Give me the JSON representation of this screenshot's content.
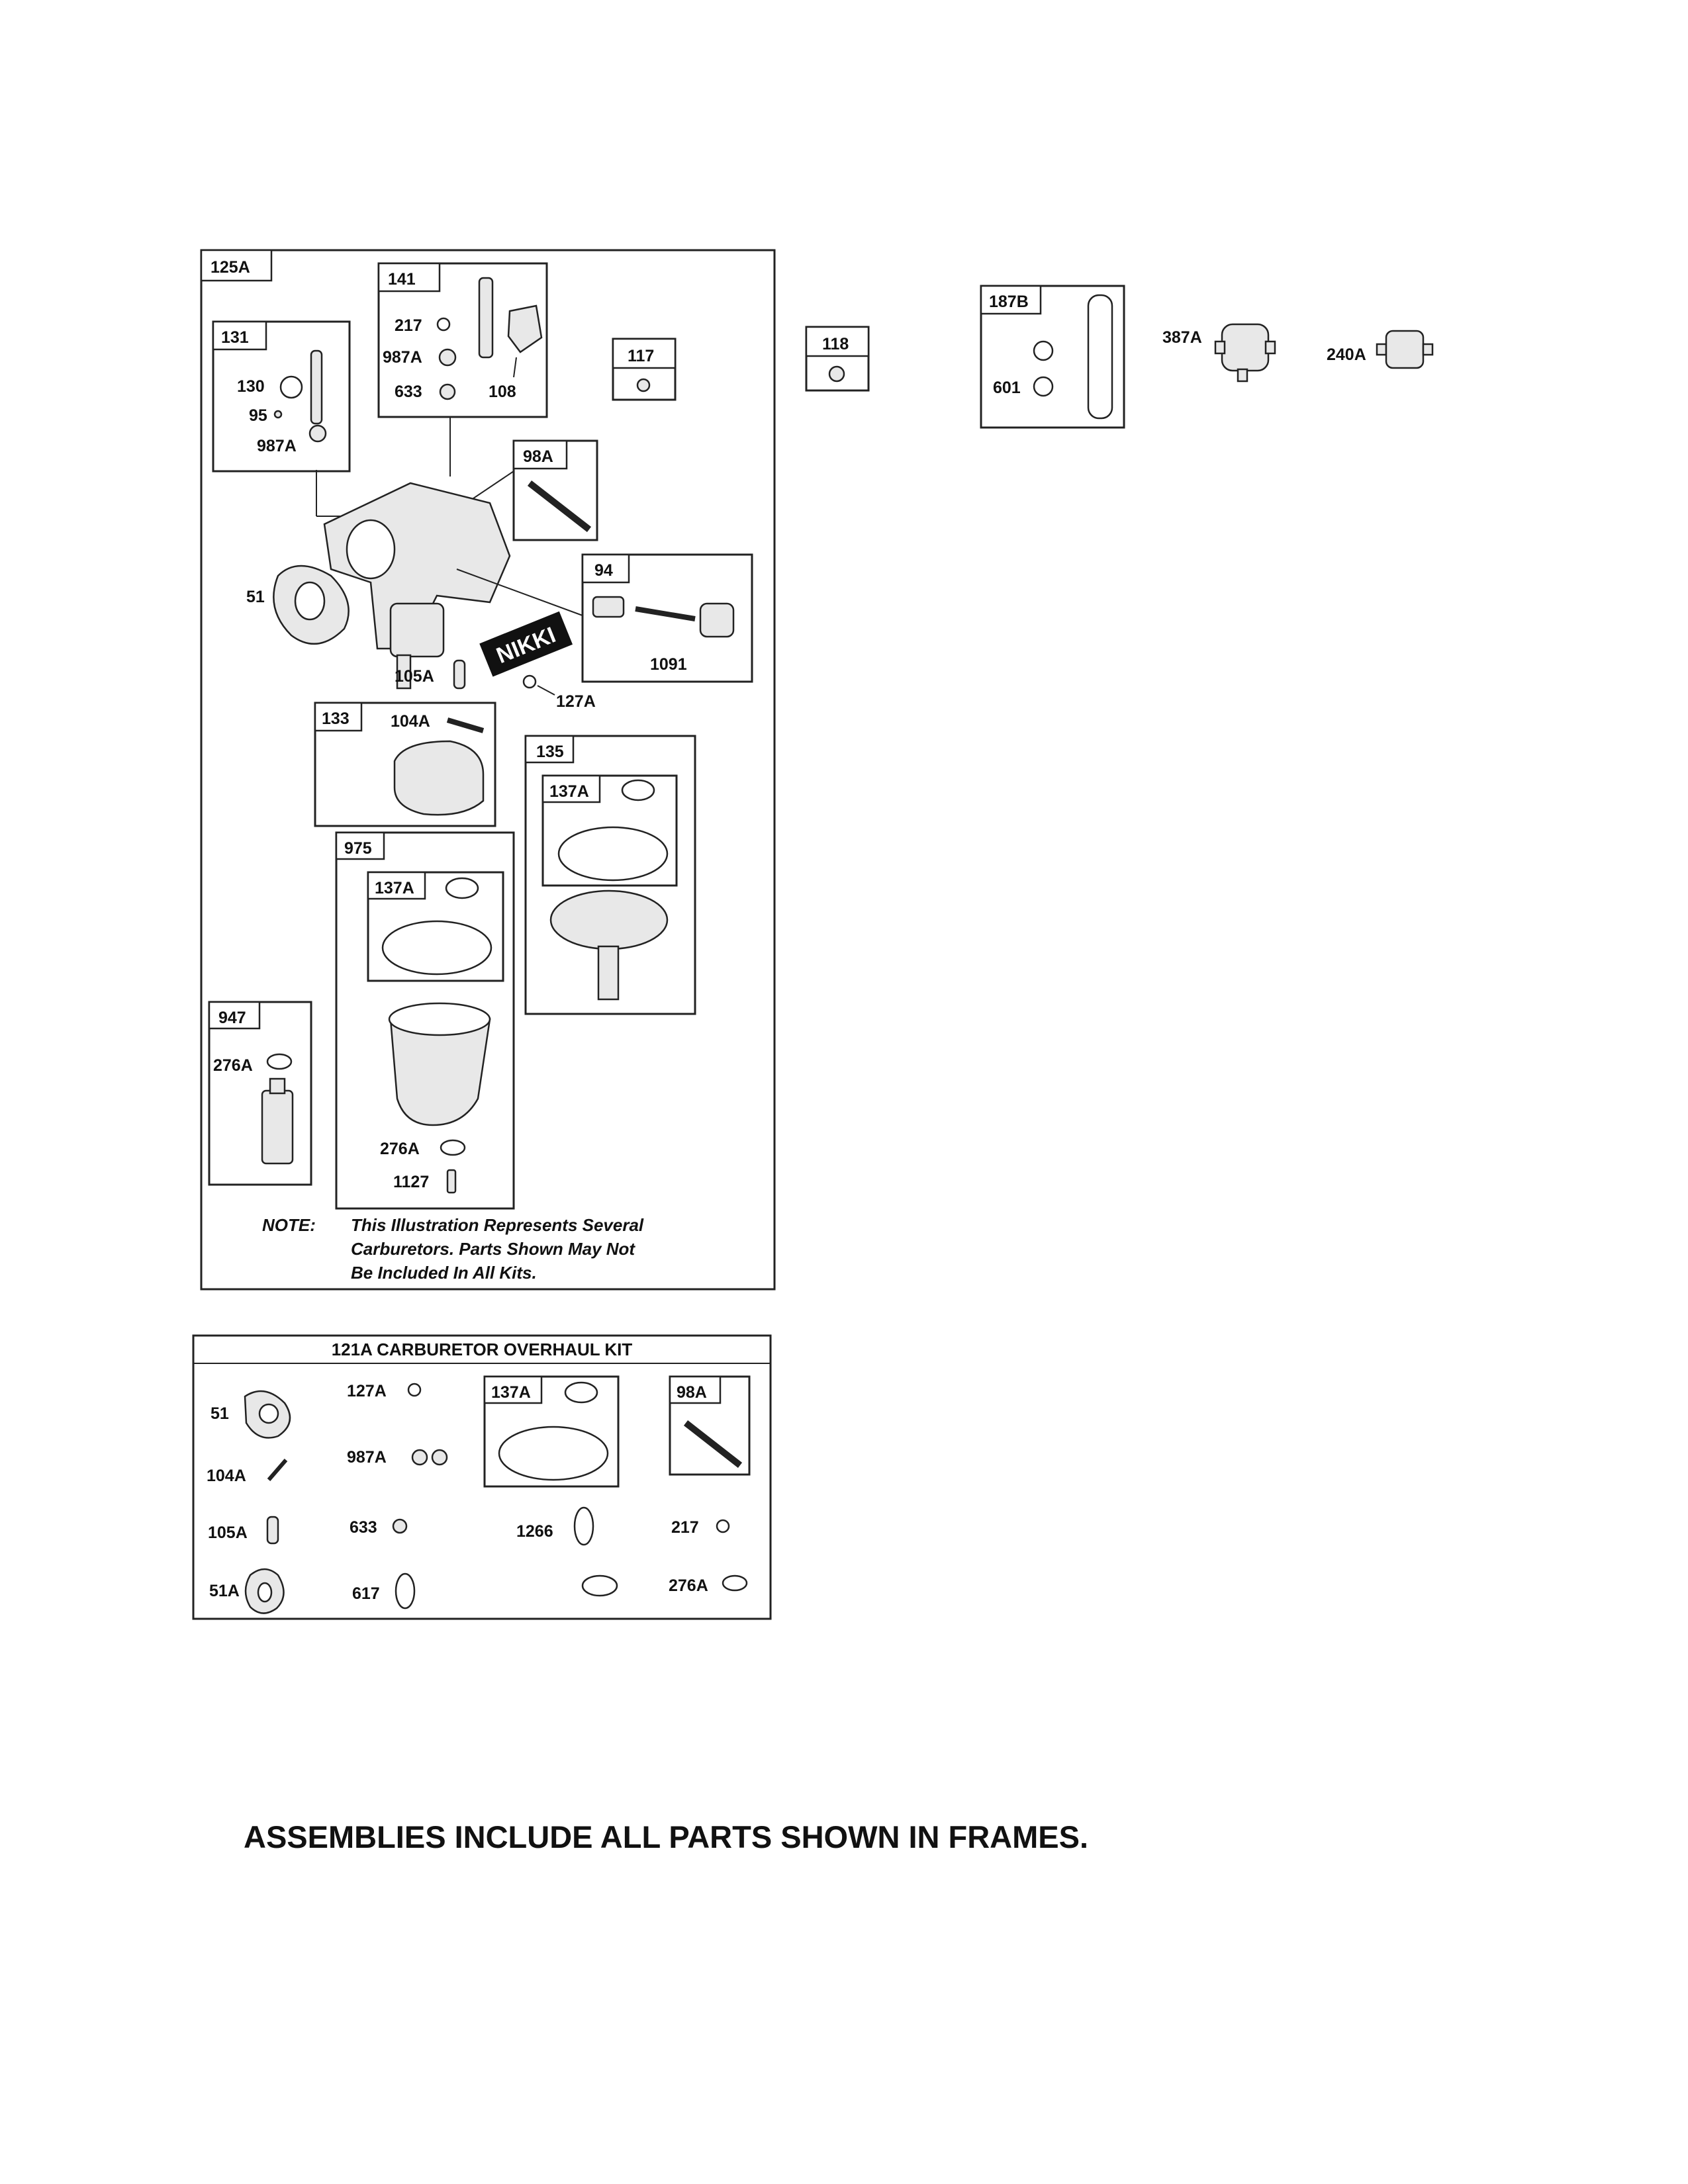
{
  "assembly_frames": {
    "f125A": "125A",
    "f141": "141",
    "f131": "131",
    "f117": "117",
    "f118": "118",
    "f187B": "187B",
    "f98A": "98A",
    "f94": "94",
    "f133": "133",
    "f135": "135",
    "f137A_a": "137A",
    "f975": "975",
    "f137A_b": "137A",
    "f947": "947"
  },
  "part_labels": {
    "p217": "217",
    "p987A_a": "987A",
    "p633": "633",
    "p108": "108",
    "p130": "130",
    "p95": "95",
    "p987A_b": "987A",
    "p601": "601",
    "p387A": "387A",
    "p240A": "240A",
    "p51": "51",
    "p105A": "105A",
    "p127A": "127A",
    "p1091": "1091",
    "p104A": "104A",
    "p276A_a": "276A",
    "p276A_b": "276A",
    "p1127": "1127",
    "brand": "NIKKI"
  },
  "note": {
    "label": "NOTE:",
    "line1": "This Illustration Represents Several",
    "line2": "Carburetors. Parts Shown May Not",
    "line3": "Be Included In All Kits."
  },
  "kit": {
    "title": "121A CARBURETOR OVERHAUL KIT",
    "k51": "51",
    "k127A": "127A",
    "k137A": "137A",
    "k98A": "98A",
    "k104A": "104A",
    "k987A": "987A",
    "k105A": "105A",
    "k633": "633",
    "k1266": "1266",
    "k217": "217",
    "k51A": "51A",
    "k617": "617",
    "k276A": "276A"
  },
  "footer": "ASSEMBLIES INCLUDE ALL PARTS SHOWN IN FRAMES."
}
